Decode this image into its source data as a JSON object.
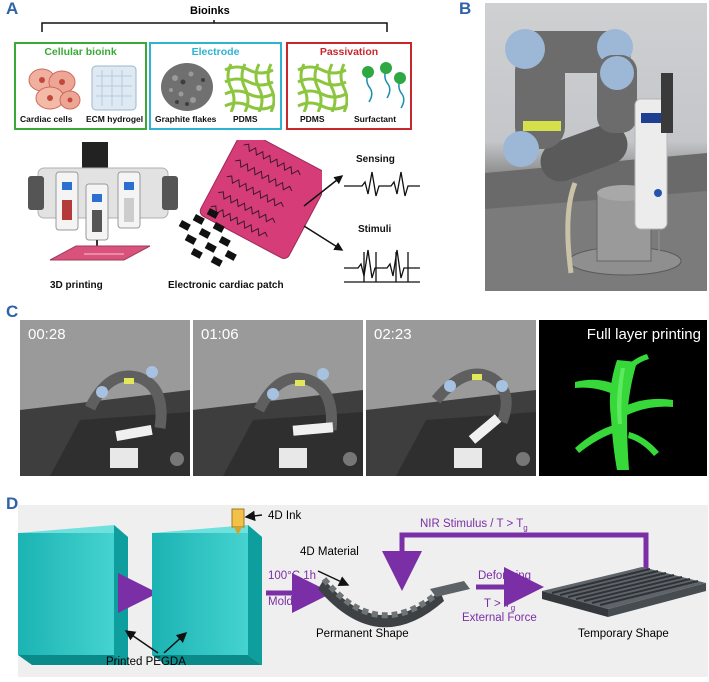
{
  "panels": {
    "a": "A",
    "b": "B",
    "c": "C",
    "d": "D"
  },
  "panel_a": {
    "bioinks": "Bioinks",
    "cellular": {
      "title": "Cellular bioink",
      "items": [
        "Cardiac cells",
        "ECM hydrogel"
      ],
      "color": "#3aa935"
    },
    "electrode": {
      "title": "Electrode",
      "items": [
        "Graphite flakes",
        "PDMS"
      ],
      "color": "#2eb3d1"
    },
    "passivation": {
      "title": "Passivation",
      "items": [
        "PDMS",
        "Surfactant"
      ],
      "color": "#c8282d"
    },
    "printing": "3D printing",
    "patch": "Electronic cardiac patch",
    "sensing": "Sensing",
    "stimuli": "Stimuli"
  },
  "panel_c": {
    "timestamps": [
      "00:28",
      "01:06",
      "02:23"
    ],
    "full_layer": "Full layer printing"
  },
  "panel_d": {
    "ink": "4D Ink",
    "nir": "NIR Stimulus / T > T",
    "nir_sub": "g",
    "material": "4D Material",
    "cure": "100°C 1h",
    "mold": "Mold",
    "deforming": "Deforming",
    "t_gt": "T > T",
    "t_gt_sub": "g",
    "force": "External Force",
    "permanent": "Permanent Shape",
    "temporary": "Temporary Shape",
    "pegda": "Printed PEGDA"
  }
}
